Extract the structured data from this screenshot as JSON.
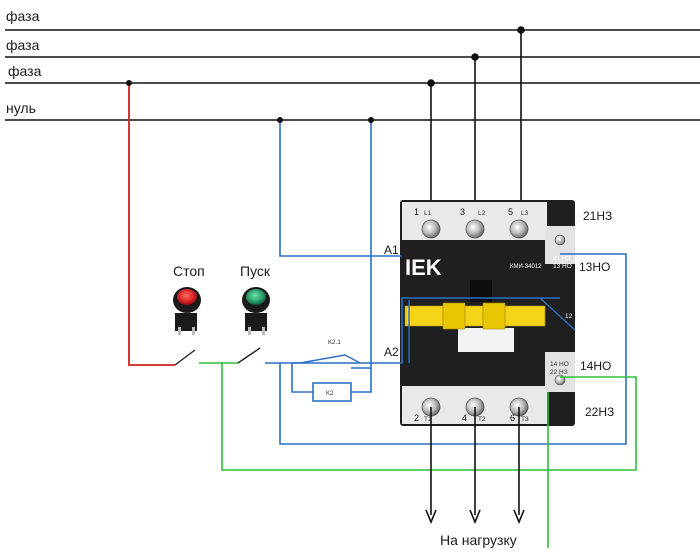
{
  "lines": {
    "phase1": "фаза",
    "phase2": "фаза",
    "phase3": "фаза",
    "neutral": "нуль"
  },
  "buttons": {
    "stop_label": "Стоп",
    "start_label": "Пуск"
  },
  "contactor": {
    "brand": "IEK",
    "model": "КМИ-34012",
    "coil_a1": "A1",
    "coil_a2": "A2",
    "top_terminals": [
      "1",
      "L1",
      "3",
      "L2",
      "5",
      "L3"
    ],
    "bottom_terminals": [
      "2",
      "T1",
      "4",
      "T2",
      "6",
      "T3"
    ],
    "aux_top_inner": [
      "21 НЗ",
      "13 НО"
    ],
    "aux_bottom_inner": [
      "14 НО",
      "22 НЗ"
    ],
    "aux_12": "12"
  },
  "aux_labels": {
    "nc21": "21НЗ",
    "no13": "13НО",
    "no14": "14НО",
    "nc22": "22НЗ"
  },
  "contacts": {
    "k21": "К2.1",
    "k2": "К2"
  },
  "load_label": "На нагрузку",
  "colors": {
    "phase_wire": "#d42020",
    "neutral_wire": "#2a6fc4",
    "control_wire": "#2fbf3a",
    "busbar": "#111111",
    "contactor_body": "#202020",
    "stop_button": "#e0292c",
    "start_button": "#2aa06c"
  }
}
